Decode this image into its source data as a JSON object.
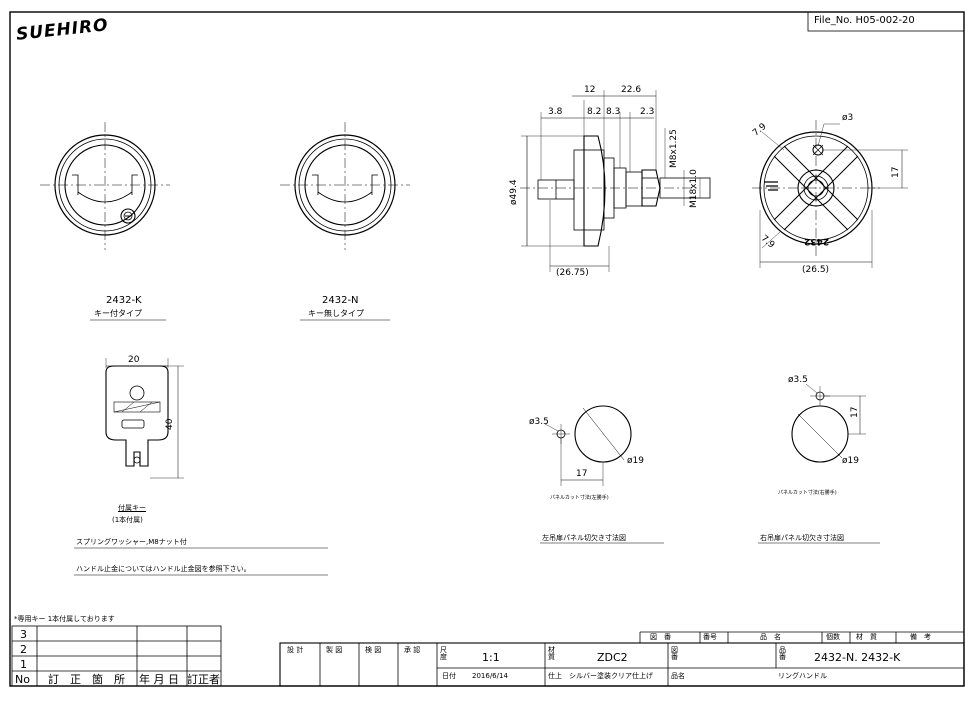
{
  "sheet": {
    "logo": "SUEHIRO",
    "file_no": "File_No.  H05-002-20"
  },
  "views": {
    "k_type_model": "2432-K",
    "k_type_desc": "キー付タイプ",
    "n_type_model": "2432-N",
    "n_type_desc": "キー無しタイプ",
    "side_dims": {
      "d12": "12",
      "d22_6": "22.6",
      "d3_8": "3.8",
      "d8_2": "8.2",
      "d8_3": "8.3",
      "d2_3": "2.3",
      "m8x125": "M8x1.25",
      "m18x1": "M18x1.0",
      "phi49_4": "ø49.4",
      "width_26_75": "(26.75)"
    },
    "back_dims": {
      "phi3": "ø3",
      "d7_9_top": "7.9",
      "d7_9_bottom": "7.9",
      "d17": "17",
      "width_26_5": "(26.5)",
      "stamp": "2432"
    }
  },
  "key": {
    "width": "20",
    "height": "40",
    "label": "付属キー",
    "count": "(1本付属)"
  },
  "cutouts": {
    "left": {
      "phi3_5": "ø3.5",
      "d17": "17",
      "phi19": "ø19",
      "small_note": "パネルカット寸法(左勝手)",
      "title": "左吊扉パネル切欠き寸法図"
    },
    "right": {
      "phi3_5": "ø3.5",
      "d17": "17",
      "phi19": "ø19",
      "small_note": "パネルカット寸法(右勝手)",
      "title": "右吊扉パネル切欠き寸法図"
    }
  },
  "notes": {
    "accessories": "スプリングワッシャー,M8ナット付",
    "handle_stop": "ハンドル止金についてはハンドル止金図を参照下さい。",
    "key_note": "*専用キー 1本付属しております"
  },
  "revision_table": {
    "rows": [
      "3",
      "2",
      "1"
    ],
    "headers": [
      "No",
      "訂　正　箇　所",
      "年 月 日",
      "訂正者"
    ]
  },
  "title_block": {
    "parts_header": [
      "図　番",
      "番号",
      "品　名",
      "個数",
      "材　質",
      "備　考"
    ],
    "roles": [
      "設 計",
      "製 図",
      "検 図",
      "承 認"
    ],
    "scale_label": "尺度",
    "scale": "1:1",
    "material_label": "材質",
    "material": "ZDC2",
    "drawing_no_label": "図番",
    "part_no_label": "品番",
    "part_no": "2432-N. 2432-K",
    "date_label": "日付",
    "date": "2016/6/14",
    "finish_label": "仕上",
    "finish": "シルバー塗装クリア仕上げ",
    "name_label": "品名",
    "name": "リングハンドル"
  }
}
